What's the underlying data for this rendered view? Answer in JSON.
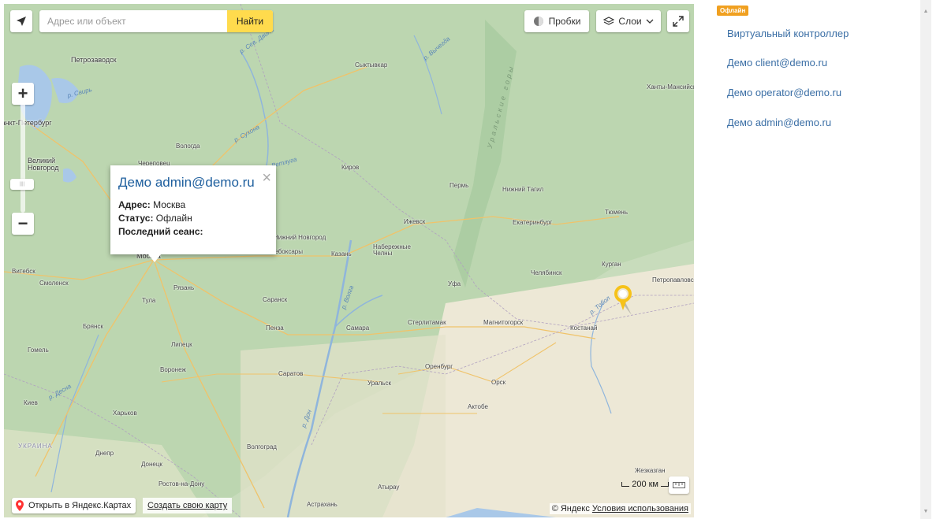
{
  "search": {
    "placeholder": "Адрес или объект",
    "button_label": "Найти"
  },
  "map_controls": {
    "traffic_label": "Пробки",
    "layers_label": "Слои",
    "zoom_in_label": "+",
    "zoom_out_label": "−"
  },
  "balloon": {
    "title": "Демо admin@demo.ru",
    "address_label": "Адрес:",
    "address_value": "Москва",
    "status_label": "Статус:",
    "status_value": "Офлайн",
    "last_session_label": "Последний сеанс:",
    "last_session_value": ""
  },
  "map_footer": {
    "open_yandex_label": "Открыть в Яндекс.Картах",
    "create_map_label": "Создать свою карту",
    "scale_label": "200 км",
    "copyright_text": "© Яндекс",
    "terms_label": "Условия использования"
  },
  "cities": [
    {
      "name": "Петрозаводск",
      "cls": "big"
    },
    {
      "name": "Санкт-Петербург",
      "cls": "big"
    },
    {
      "name": "Великий Новгород",
      "cls": "big"
    },
    {
      "name": "Вологда",
      "cls": ""
    },
    {
      "name": "Череповец",
      "cls": ""
    },
    {
      "name": "Сыктывкар",
      "cls": ""
    },
    {
      "name": "Киров",
      "cls": ""
    },
    {
      "name": "Пермь",
      "cls": ""
    },
    {
      "name": "Нижний Тагил",
      "cls": ""
    },
    {
      "name": "Екатеринбург",
      "cls": ""
    },
    {
      "name": "Тюмень",
      "cls": ""
    },
    {
      "name": "Ханты-Мансийск",
      "cls": ""
    },
    {
      "name": "Ижевск",
      "cls": ""
    },
    {
      "name": "Казань",
      "cls": ""
    },
    {
      "name": "Набережные Челны",
      "cls": ""
    },
    {
      "name": "Чебоксары",
      "cls": ""
    },
    {
      "name": "Нижний Новгород",
      "cls": ""
    },
    {
      "name": "Москва",
      "cls": "big"
    },
    {
      "name": "Витебск",
      "cls": ""
    },
    {
      "name": "Смоленск",
      "cls": ""
    },
    {
      "name": "Рязань",
      "cls": ""
    },
    {
      "name": "Тула",
      "cls": ""
    },
    {
      "name": "Саранск",
      "cls": ""
    },
    {
      "name": "Уфа",
      "cls": ""
    },
    {
      "name": "Челябинск",
      "cls": ""
    },
    {
      "name": "Курган",
      "cls": ""
    },
    {
      "name": "Петропавловск",
      "cls": ""
    },
    {
      "name": "Брянск",
      "cls": ""
    },
    {
      "name": "Пенза",
      "cls": ""
    },
    {
      "name": "Самара",
      "cls": ""
    },
    {
      "name": "Стерлитамак",
      "cls": ""
    },
    {
      "name": "Магнитогорск",
      "cls": ""
    },
    {
      "name": "Костанай",
      "cls": ""
    },
    {
      "name": "Гомель",
      "cls": ""
    },
    {
      "name": "Липецк",
      "cls": ""
    },
    {
      "name": "Воронеж",
      "cls": ""
    },
    {
      "name": "Саратов",
      "cls": ""
    },
    {
      "name": "Оренбург",
      "cls": ""
    },
    {
      "name": "Уральск",
      "cls": ""
    },
    {
      "name": "Орск",
      "cls": ""
    },
    {
      "name": "Киев",
      "cls": ""
    },
    {
      "name": "Харьков",
      "cls": ""
    },
    {
      "name": "Актобе",
      "cls": ""
    },
    {
      "name": "УКРАИНА",
      "cls": ""
    },
    {
      "name": "Днепр",
      "cls": ""
    },
    {
      "name": "Волгоград",
      "cls": ""
    },
    {
      "name": "Донецк",
      "cls": ""
    },
    {
      "name": "Ростов-на-Дону",
      "cls": ""
    },
    {
      "name": "Атырау",
      "cls": ""
    },
    {
      "name": "Астрахань",
      "cls": ""
    },
    {
      "name": "Жезказган",
      "cls": ""
    }
  ],
  "rivers": [
    {
      "name": "р. Свирь"
    },
    {
      "name": "р. Сев. Двина"
    },
    {
      "name": "р. Сухона"
    },
    {
      "name": "р. Ветлуга"
    },
    {
      "name": "р. Вычегда"
    },
    {
      "name": "Уральские горы"
    },
    {
      "name": "р. Волга"
    },
    {
      "name": "р. Тобол"
    },
    {
      "name": "р. Десна"
    },
    {
      "name": "р. Дон"
    }
  ],
  "sidebar": {
    "badge": "Офлайн",
    "items": [
      {
        "label": "Виртуальный контроллер"
      },
      {
        "label": "Демо client@demo.ru"
      },
      {
        "label": "Демо operator@demo.ru"
      },
      {
        "label": "Демо admin@demo.ru"
      }
    ]
  },
  "colors": {
    "search_button": "#ffdb4d",
    "link_blue": "#3a6ea5",
    "badge_orange": "#f0a020",
    "placemark_yellow": "#f6c21a"
  }
}
